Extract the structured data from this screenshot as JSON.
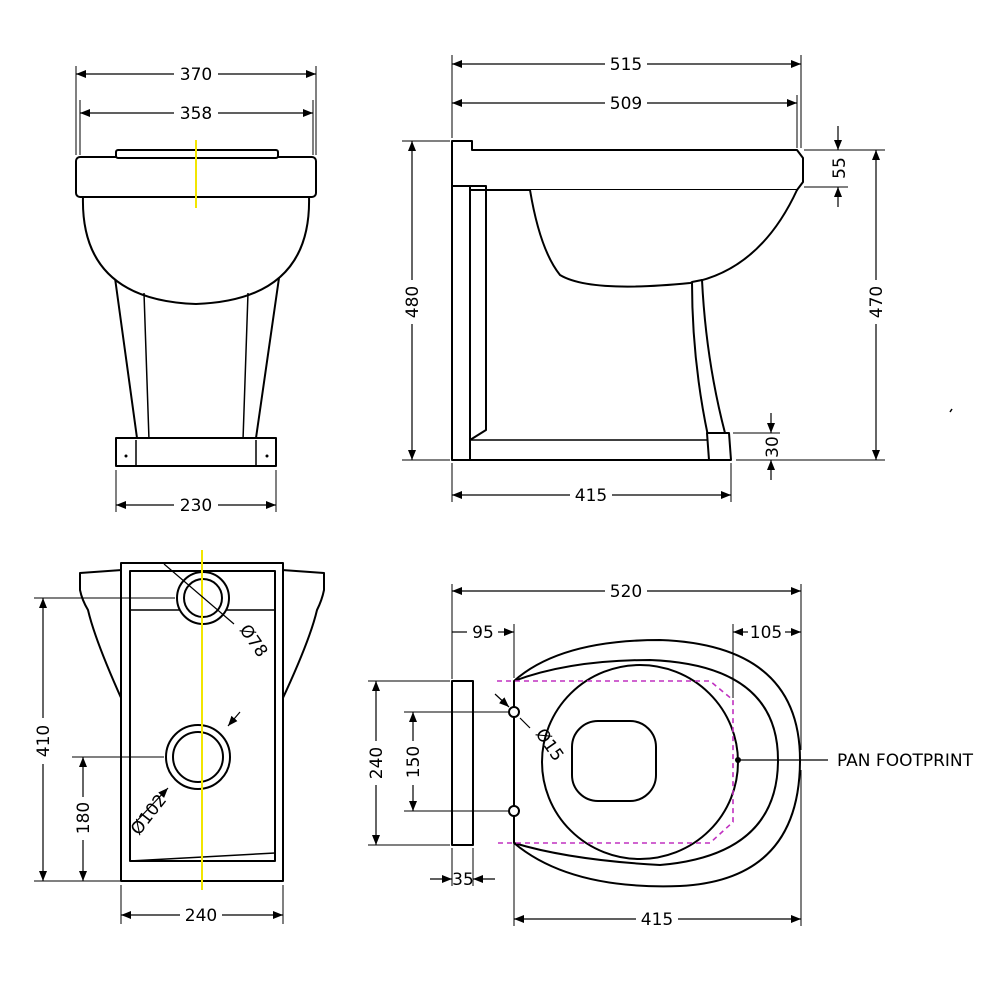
{
  "views": {
    "front_elevation": {
      "dimensions": {
        "overall_width": "370",
        "seat_width": "358",
        "base_width": "230"
      }
    },
    "side_elevation": {
      "dimensions": {
        "overall_depth": "515",
        "rim_depth": "509",
        "overall_height": "480",
        "rim_height": "470",
        "rim_thickness": "55",
        "plinth_height": "30",
        "base_depth": "415"
      }
    },
    "rear_elevation": {
      "dimensions": {
        "upper_hole_height": "410",
        "lower_hole_height": "180",
        "width": "240",
        "upper_hole_diameter": "Ø78",
        "lower_hole_diameter": "Ø102"
      }
    },
    "plan_view": {
      "dimensions": {
        "overall_depth": "520",
        "rear_offset": "95",
        "front_offset": "105",
        "width": "240",
        "fixing_spacing": "150",
        "fixing_hole_diameter": "Ø15",
        "rear_setback": "35",
        "footprint_depth": "415"
      },
      "annotation": "PAN FOOTPRINT"
    }
  },
  "colors": {
    "outline": "#000000",
    "centreline": "#f2e600",
    "footprint": "#c030c0"
  }
}
